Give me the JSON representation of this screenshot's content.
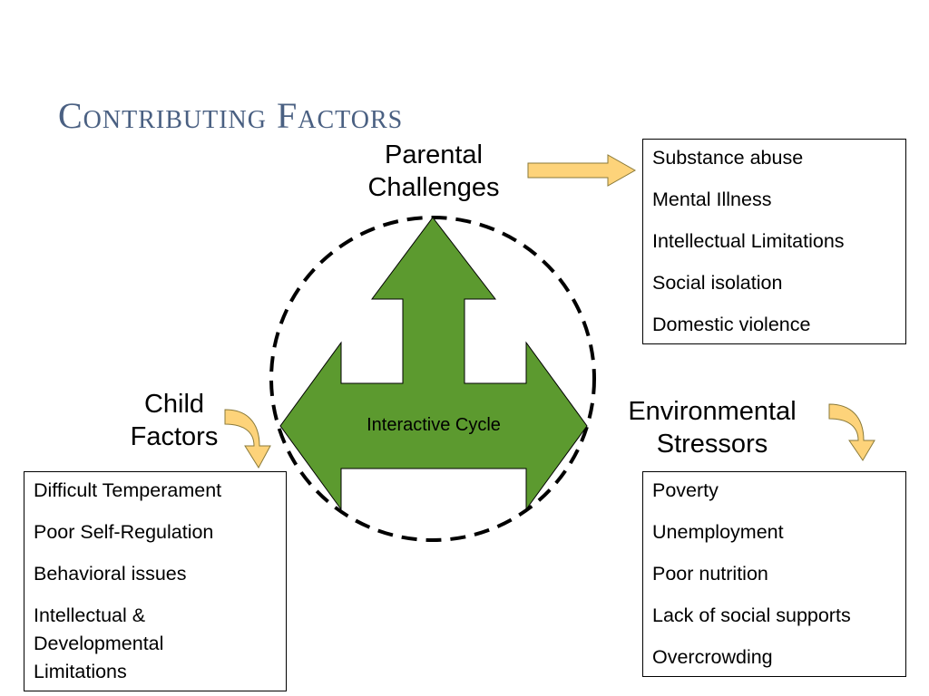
{
  "slide": {
    "title": "Contributing Factors",
    "center_label": "Interactive Cycle"
  },
  "parental": {
    "label_line1": "Parental",
    "label_line2": "Challenges",
    "items": [
      "Substance abuse",
      "Mental Illness",
      "Intellectual Limitations",
      "Social isolation",
      "Domestic violence"
    ]
  },
  "child": {
    "label_line1": "Child",
    "label_line2": "Factors",
    "items": [
      "Difficult Temperament",
      "Poor Self-Regulation",
      "Behavioral issues",
      "Intellectual & Developmental Limitations"
    ]
  },
  "environmental": {
    "label_line1": "Environmental",
    "label_line2": "Stressors",
    "items": [
      "Poverty",
      "Unemployment",
      "Poor nutrition",
      "Lack of social supports",
      "Overcrowding"
    ]
  },
  "colors": {
    "title": "#4a6082",
    "cycle_arrow": "#5c9a2f",
    "callout_arrow": "#fdd37a"
  }
}
